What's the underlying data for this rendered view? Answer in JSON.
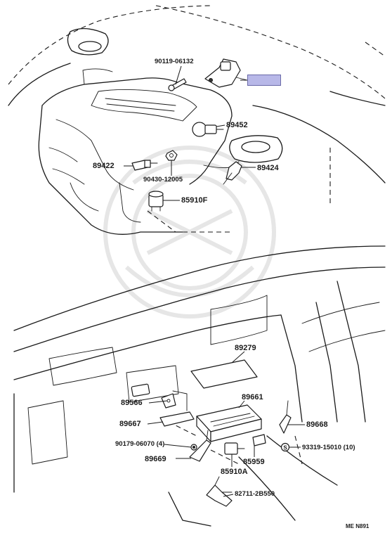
{
  "diagram": {
    "code": "ME N891",
    "highlight_color": "#b8b8e8",
    "callouts": [
      {
        "id": "90119-06132",
        "text": "90119-06132"
      },
      {
        "id": "89452",
        "text": "89452"
      },
      {
        "id": "89422",
        "text": "89422"
      },
      {
        "id": "90430-12005",
        "text": "90430-12005"
      },
      {
        "id": "89424",
        "text": "89424"
      },
      {
        "id": "85910F",
        "text": "85910F"
      },
      {
        "id": "89279",
        "text": "89279"
      },
      {
        "id": "89566",
        "text": "89566"
      },
      {
        "id": "89661",
        "text": "89661"
      },
      {
        "id": "89667",
        "text": "89667"
      },
      {
        "id": "89668",
        "text": "89668"
      },
      {
        "id": "90179-06070",
        "text": "90179-06070 (4)"
      },
      {
        "id": "93319-15010",
        "text": "93319-15010 (10)"
      },
      {
        "id": "89669",
        "text": "89669"
      },
      {
        "id": "85959",
        "text": "85959"
      },
      {
        "id": "85910A",
        "text": "85910A"
      },
      {
        "id": "82711-2B550",
        "text": "82711-2B550"
      }
    ]
  }
}
